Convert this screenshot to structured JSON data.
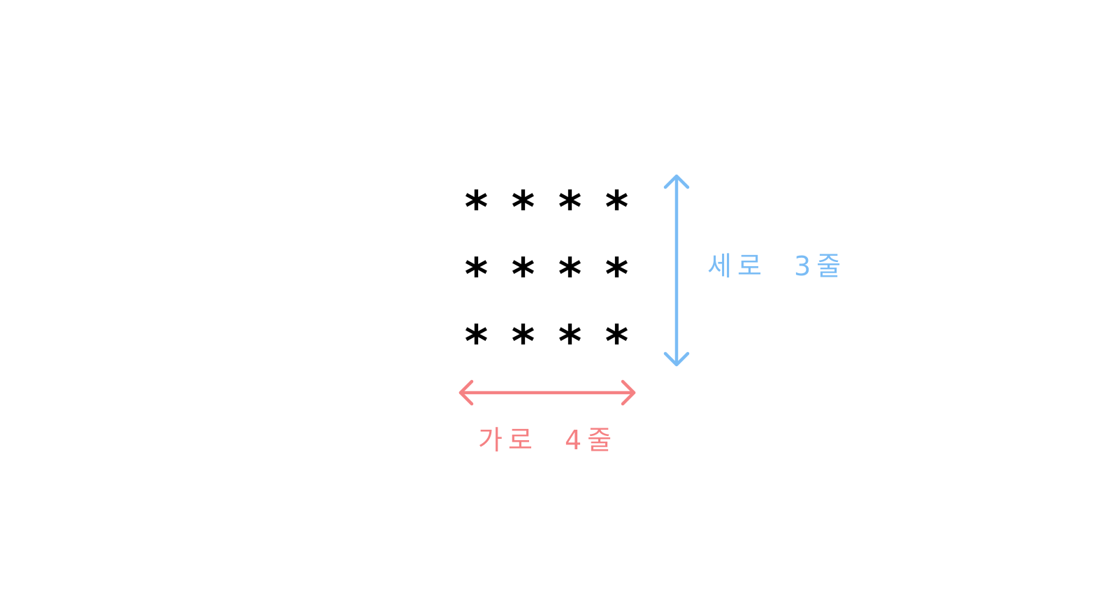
{
  "grid": {
    "symbol": "*",
    "rows": 3,
    "columns": 4
  },
  "labels": {
    "vertical": "세로 3줄",
    "horizontal": "가로 4줄"
  },
  "colors": {
    "vertical": "#7abcf5",
    "horizontal": "#f58183",
    "symbol": "#000000"
  },
  "icons": {
    "vertical_arrow": "double-headed-vertical-arrow",
    "horizontal_arrow": "double-headed-horizontal-arrow"
  }
}
